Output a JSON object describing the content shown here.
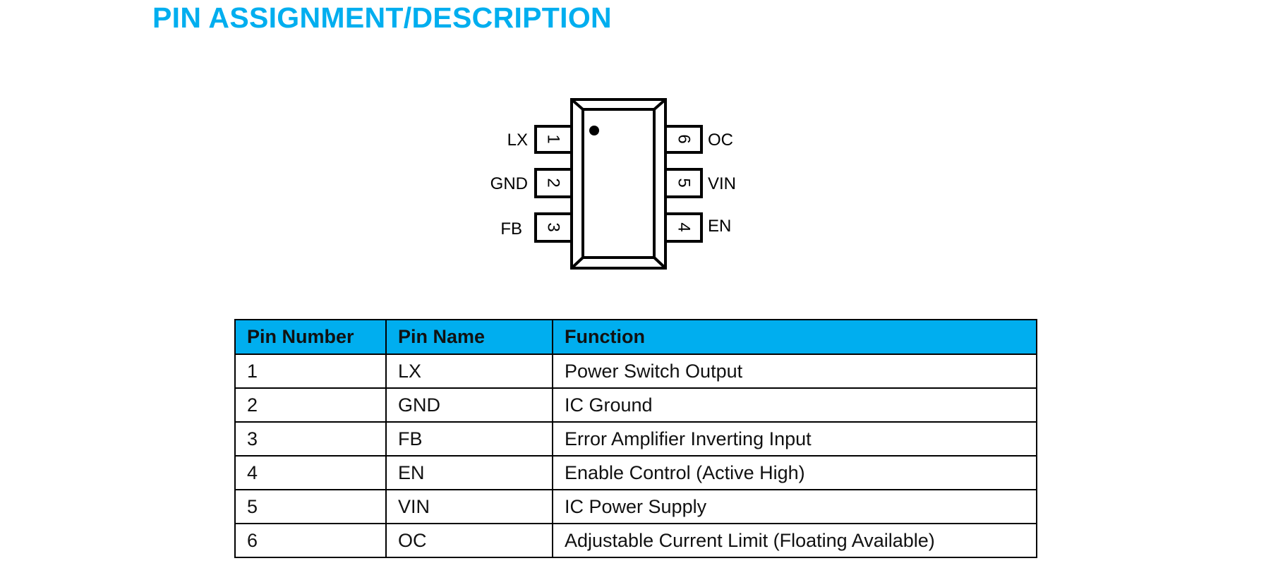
{
  "title": "PIN ASSIGNMENT/DESCRIPTION",
  "accent_color": "#00aeef",
  "package": {
    "left_pins": [
      {
        "number": "1",
        "name": "LX"
      },
      {
        "number": "2",
        "name": "GND"
      },
      {
        "number": "3",
        "name": "FB"
      }
    ],
    "right_pins": [
      {
        "number": "6",
        "name": "OC"
      },
      {
        "number": "5",
        "name": "VIN"
      },
      {
        "number": "4",
        "name": "EN"
      }
    ]
  },
  "table": {
    "headers": [
      "Pin Number",
      "Pin Name",
      "Function"
    ],
    "rows": [
      [
        "1",
        "LX",
        "Power Switch Output"
      ],
      [
        "2",
        "GND",
        "IC Ground"
      ],
      [
        "3",
        "FB",
        "Error Amplifier Inverting Input"
      ],
      [
        "4",
        "EN",
        "Enable Control (Active High)"
      ],
      [
        "5",
        "VIN",
        "IC Power Supply"
      ],
      [
        "6",
        "OC",
        "Adjustable Current Limit (Floating Available)"
      ]
    ]
  }
}
